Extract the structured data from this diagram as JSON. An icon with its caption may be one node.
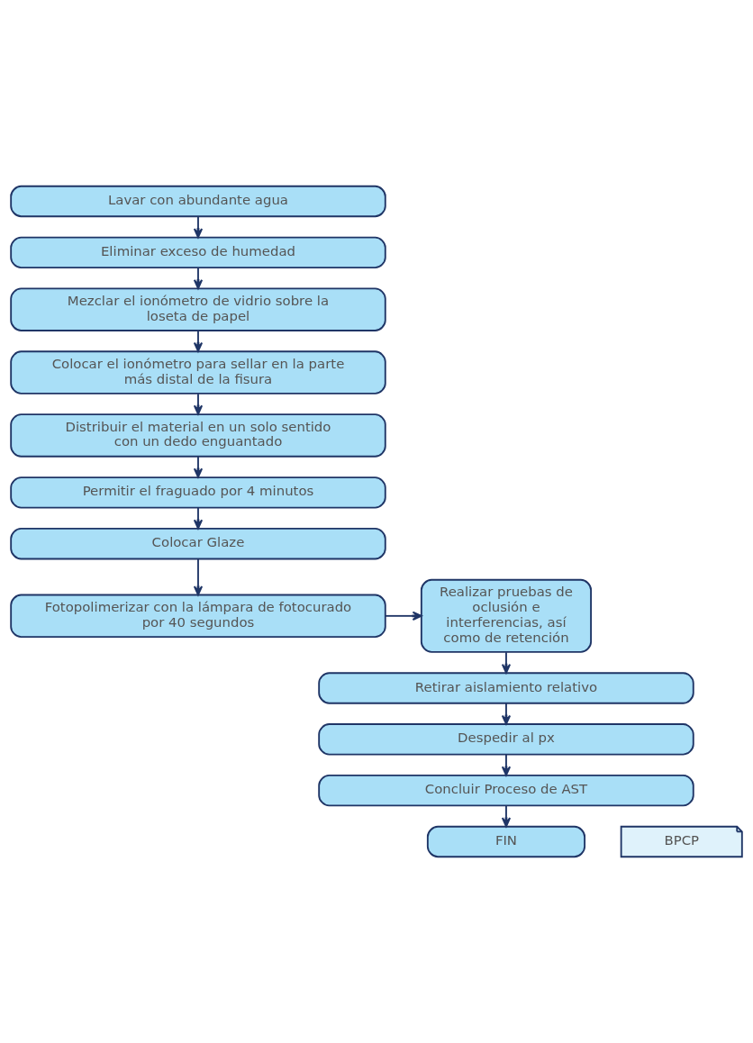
{
  "diagram": {
    "nodes": [
      {
        "text": [
          "Lavar con abundante agua"
        ]
      },
      {
        "text": [
          "Eliminar exceso de humedad"
        ]
      },
      {
        "text": [
          "Mezclar el ionómetro de vidrio sobre la loseta de papel"
        ]
      },
      {
        "text": [
          "Colocar el ionómetro para sellar en la parte más distal de la fisura"
        ]
      },
      {
        "text": [
          "Distribuir el material en un solo sentido con un dedo enguantado"
        ]
      },
      {
        "text": [
          "Permitir el fraguado por 4 minutos"
        ]
      },
      {
        "text": [
          "Colocar Glaze"
        ]
      },
      {
        "text": [
          "Fotopolimerizar con la lámpara de fotocurado por 40 segundos"
        ]
      },
      {
        "text": [
          "Realizar pruebas de oclusión e interferencias, así como de retención"
        ]
      },
      {
        "text": [
          "Retirar aislamiento relativo"
        ]
      },
      {
        "text": [
          "Despedir al px"
        ]
      },
      {
        "text": [
          "Concluir Proceso de AST"
        ]
      },
      {
        "text": [
          "BPCP"
        ]
      },
      {
        "text": [
          "FIN"
        ]
      }
    ],
    "edges": [
      {
        "from": 0,
        "to": 1,
        "arrow": "to"
      },
      {
        "from": 1,
        "to": 2,
        "arrow": "to"
      },
      {
        "from": 2,
        "to": 3,
        "arrow": "to"
      },
      {
        "from": 3,
        "to": 4,
        "arrow": "to"
      },
      {
        "from": 4,
        "to": 5,
        "arrow": "to"
      },
      {
        "from": 5,
        "to": 6,
        "arrow": "to"
      },
      {
        "from": 6,
        "to": 7,
        "arrow": "to"
      },
      {
        "from": 7,
        "to": 8,
        "arrow": "to"
      },
      {
        "from": 8,
        "to": 9,
        "arrow": "to"
      },
      {
        "from": 9,
        "to": 10,
        "arrow": "to"
      },
      {
        "from": 10,
        "to": 11,
        "arrow": "to"
      },
      {
        "from": 11,
        "to": 13,
        "arrow": "to"
      }
    ]
  }
}
